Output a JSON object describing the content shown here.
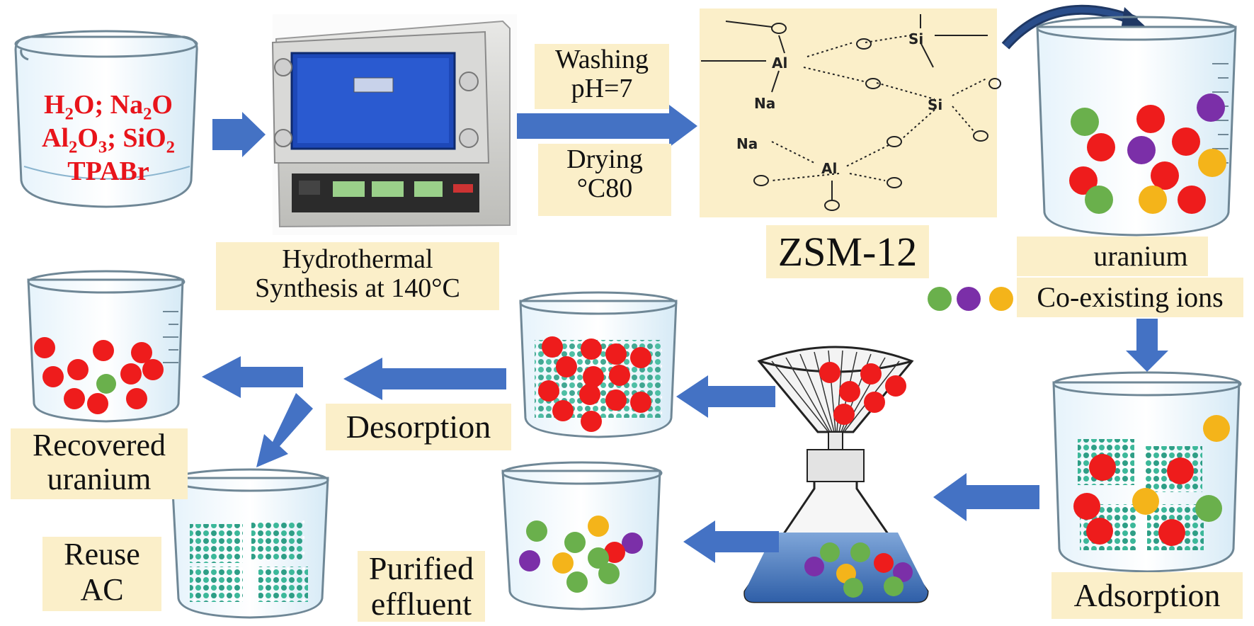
{
  "colors": {
    "uranium": "#ee1c1c",
    "ion_green": "#6ab04c",
    "ion_purple": "#7b2fa8",
    "ion_yellow": "#f4b41a",
    "arrow": "#4472c4",
    "label_bg": "#fbefc9",
    "arrow_dark": "#1f3864",
    "adsorbent": "#3cb89a",
    "formula_red": "#e8141b"
  },
  "precursors": {
    "line1_a": "H",
    "line1_a_sub": "2",
    "line1_b": "O; Na",
    "line1_b_sub": "2",
    "line1_c": "O",
    "line2_a": "Al",
    "line2_a_sub": "2",
    "line2_b": "O",
    "line2_b_sub": "3",
    "line2_c": "; SiO",
    "line2_c_sub": "2",
    "line3": "TPABr"
  },
  "steps": {
    "washing_line1": "Washing",
    "washing_line2": "pH=7",
    "drying_line1": "Drying",
    "drying_line2": "°C80",
    "hydrothermal_line1": "Hydrothermal",
    "hydrothermal_line2": "Synthesis at 140°C",
    "zsm": "ZSM-12",
    "legend_uranium": "uranium",
    "legend_ions": "Co-existing ions",
    "adsorption": "Adsorption",
    "desorption": "Desorption",
    "recovered_line1": "Recovered",
    "recovered_line2": "uranium",
    "reuse_line1": "Reuse",
    "reuse_line2": "AC",
    "purified_line1": "Purified",
    "purified_line2": "effluent"
  },
  "structure_labels": {
    "al": "Al",
    "si": "Si",
    "na": "Na",
    "o": "O"
  },
  "icons": {
    "beaker": "beaker-icon",
    "oven": "muffle-furnace-icon",
    "funnel": "filter-funnel-icon",
    "flask": "erlenmeyer-flask-icon",
    "arrow": "process-arrow-icon",
    "curved_arrow": "curved-arrow-icon"
  }
}
